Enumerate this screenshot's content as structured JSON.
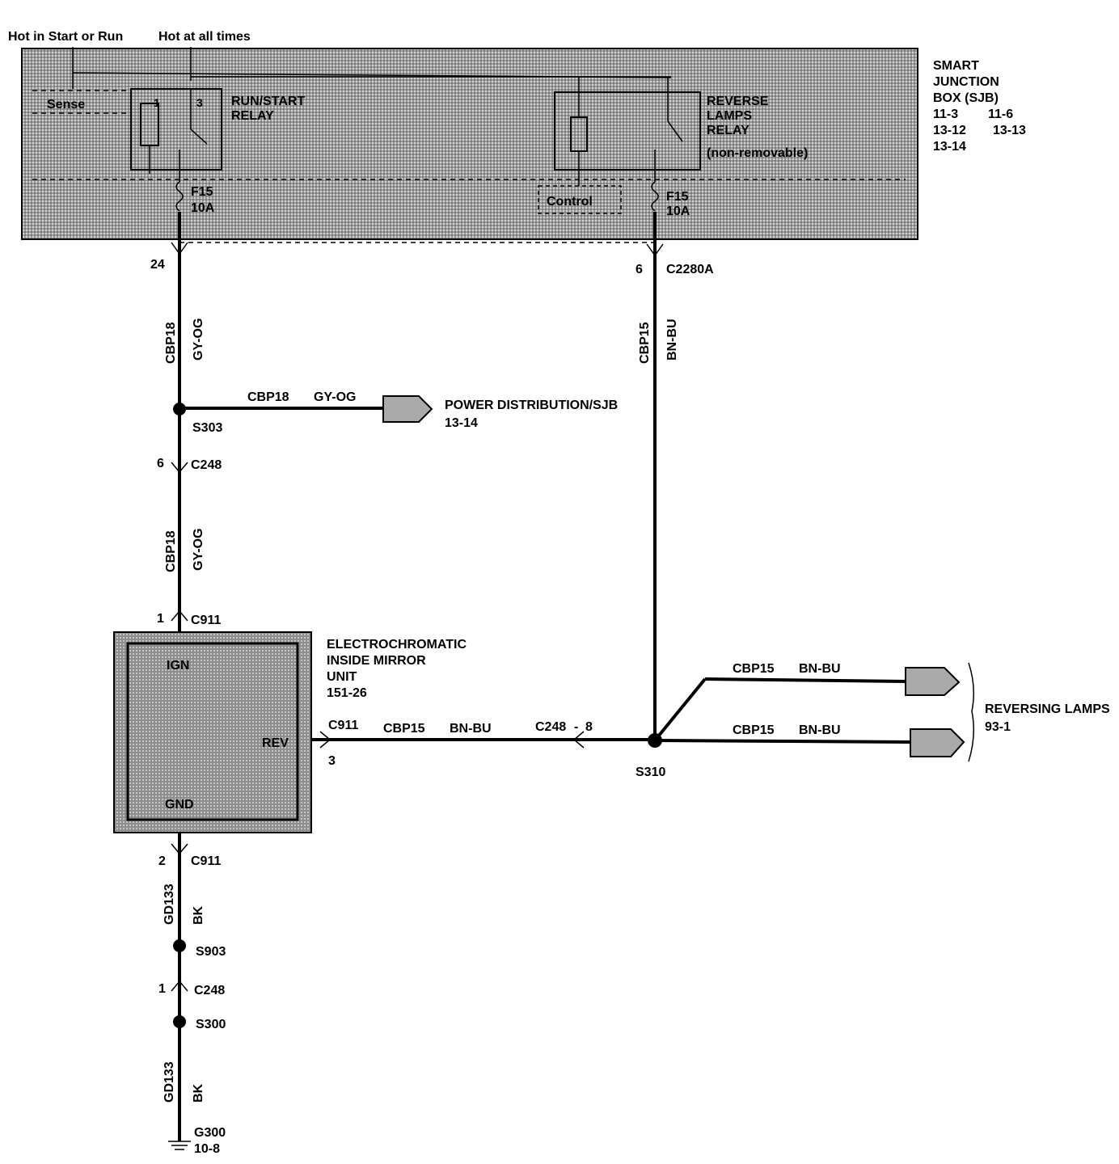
{
  "top": {
    "hot_start_run": "Hot in Start or Run",
    "hot_all_times": "Hot at all times"
  },
  "sjb": {
    "title_line1": "SMART",
    "title_line2": "JUNCTION",
    "title_line3": "BOX (SJB)",
    "ref_1": "11-3",
    "ref_2": "11-6",
    "ref_3": "13-12",
    "ref_4": "13-13",
    "ref_5": "13-14",
    "sense": "Sense",
    "run_start_relay_1": "RUN/START",
    "run_start_relay_2": "RELAY",
    "reverse_relay_1": "REVERSE",
    "reverse_relay_2": "LAMPS",
    "reverse_relay_3": "RELAY",
    "reverse_relay_4": "(non-removable)",
    "control": "Control",
    "pin_1": "1",
    "pin_3": "3",
    "fuse_left_name": "F15",
    "fuse_left_rating": "10A",
    "fuse_right_name": "F15",
    "fuse_right_rating": "10A"
  },
  "left_circuit": {
    "pin_24": "24",
    "wire_cbp18_a": "CBP18",
    "color_a": "GY-OG",
    "splice_s303": "S303",
    "branch_wire": "CBP18",
    "branch_color": "GY-OG",
    "power_dist_1": "POWER DISTRIBUTION/SJB",
    "power_dist_2": "13-14",
    "pin_6": "6",
    "conn_c248_a": "C248",
    "wire_cbp18_b": "CBP18",
    "color_b": "GY-OG",
    "pin_1_c911": "1",
    "conn_c911_top": "C911"
  },
  "right_circuit": {
    "pin_6": "6",
    "conn_c2280a": "C2280A",
    "wire": "CBP15",
    "color": "BN-BU"
  },
  "mirror": {
    "title_1": "ELECTROCHROMATIC",
    "title_2": "INSIDE MIRROR",
    "title_3": "UNIT",
    "title_4": "151-26",
    "ign": "IGN",
    "rev": "REV",
    "gnd": "GND"
  },
  "rev_circuit": {
    "conn_c911": "C911",
    "pin_3": "3",
    "wire": "CBP15",
    "color": "BN-BU",
    "conn_c248": "C248",
    "dash": "-",
    "pin_8": "8",
    "splice_s310": "S310",
    "upper_wire": "CBP15",
    "upper_color": "BN-BU",
    "lower_wire": "CBP15",
    "lower_color": "BN-BU",
    "reversing_lamps": "REVERSING LAMPS",
    "reversing_ref": "93-1"
  },
  "ground_circuit": {
    "pin_2": "2",
    "conn_c911": "C911",
    "wire_a": "GD133",
    "color_a": "BK",
    "splice_s903": "S903",
    "pin_1": "1",
    "conn_c248": "C248",
    "splice_s300": "S300",
    "wire_b": "GD133",
    "color_b": "BK",
    "ground_g300": "G300",
    "ground_ref": "10-8"
  }
}
